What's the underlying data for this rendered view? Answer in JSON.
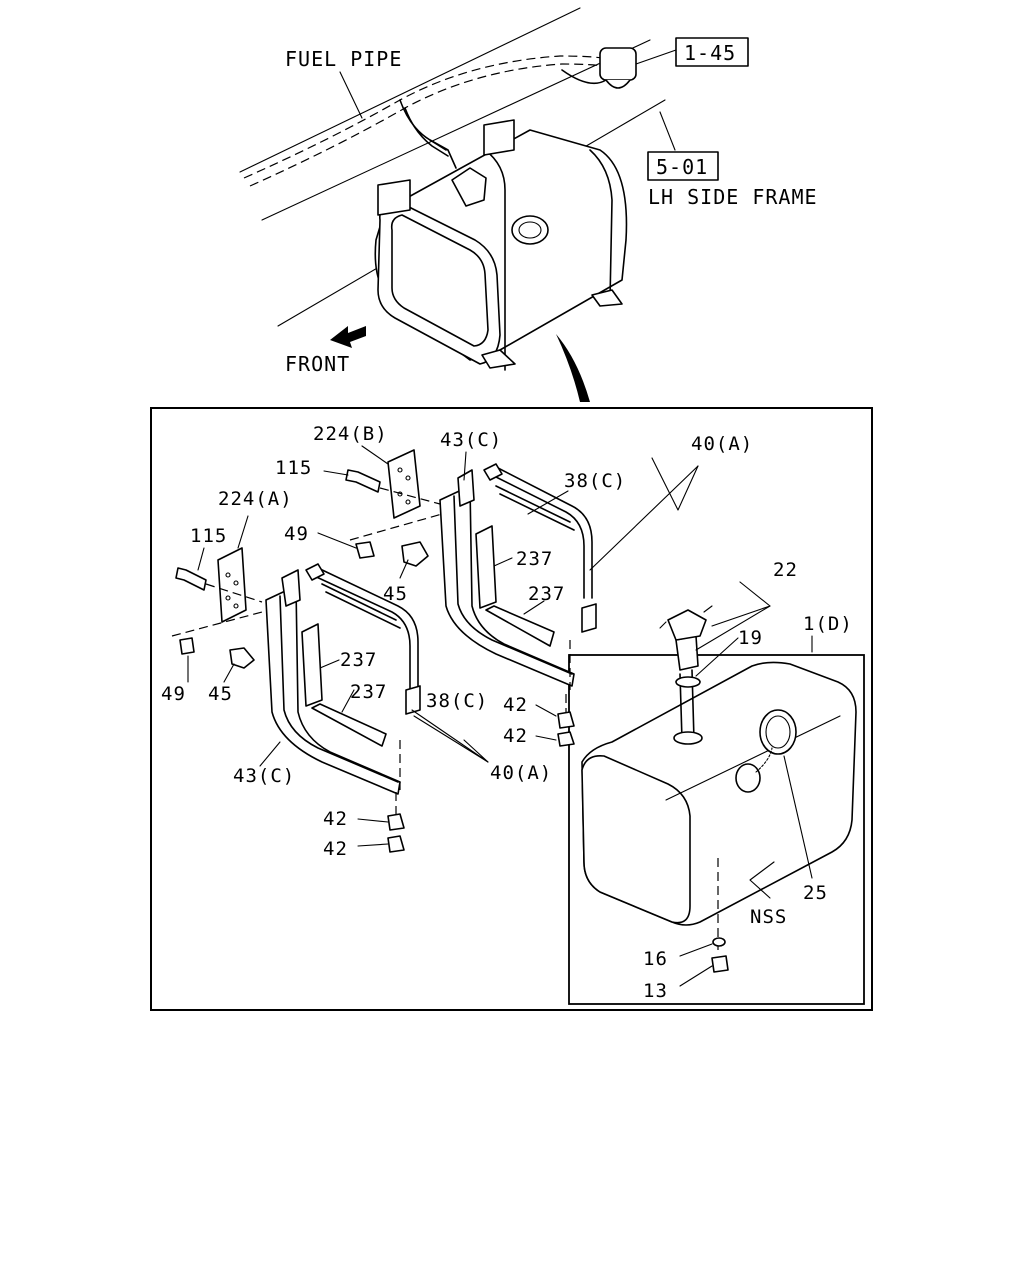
{
  "labels": {
    "fuel_pipe": "FUEL PIPE",
    "ref_1_45": "1-45",
    "ref_5_01": "5-01",
    "lh_side_frame": "LH SIDE FRAME",
    "front": "FRONT",
    "p224b": "224(B)",
    "p43c_top": "43(C)",
    "p40a_top": "40(A)",
    "p115_top": "115",
    "p38c_top": "38(C)",
    "p224a": "224(A)",
    "p115_left": "115",
    "p49_top": "49",
    "p237_a": "237",
    "p45_top": "45",
    "p237_b": "237",
    "p22": "22",
    "p19": "19",
    "p1d": "1(D)",
    "p237_c": "237",
    "p38c_bottom": "38(C)",
    "p237_d": "237",
    "p42_a": "42",
    "p42_b": "42",
    "p49_left": "49",
    "p45_left": "45",
    "p43c_bottom": "43(C)",
    "p40a_bottom": "40(A)",
    "p42_c": "42",
    "p42_d": "42",
    "p25": "25",
    "nss": "NSS",
    "p16": "16",
    "p13": "13"
  }
}
